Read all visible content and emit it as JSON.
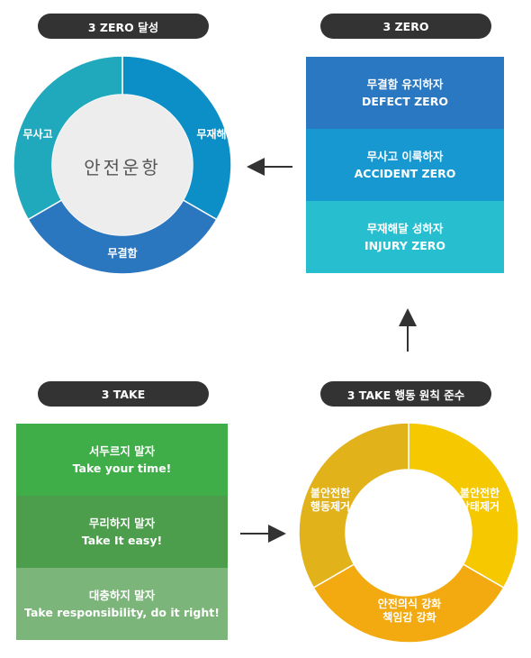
{
  "zero_donut": {
    "title": "3 ZERO 달성",
    "center": "안전운항",
    "segments": [
      {
        "label": "무재해",
        "color": "#0b8fc6"
      },
      {
        "label": "무결함",
        "color": "#2b77bf"
      },
      {
        "label": "무사고",
        "color": "#20a8bc"
      }
    ]
  },
  "zero_list": {
    "title": "3 ZERO",
    "items": [
      {
        "ko": "무결함 유지하자",
        "en": "DEFECT ZERO",
        "color": "#2a78c2"
      },
      {
        "ko": "무사고 이룩하자",
        "en": "ACCIDENT ZERO",
        "color": "#1798d0"
      },
      {
        "ko": "무재해달 성하자",
        "en": "INJURY ZERO",
        "color": "#27bfd0"
      }
    ]
  },
  "take_list": {
    "title": "3 TAKE",
    "items": [
      {
        "ko": "서두르지 말자",
        "en": "Take your time!",
        "color": "#3fae49"
      },
      {
        "ko": "무리하지 말자",
        "en": "Take It easy!",
        "color": "#4c9e4d"
      },
      {
        "ko": "대충하지 말자",
        "en": "Take responsibility, do it right!",
        "color": "#7cb57a"
      }
    ]
  },
  "take_donut": {
    "title": "3 TAKE 행동 원칙 준수",
    "segments": [
      {
        "label": "불안전한\n상태제거",
        "color": "#f5c800"
      },
      {
        "label": "안전의식 강화\n책임감 강화",
        "color": "#f3aa10"
      },
      {
        "label": "불안전한\n행동제거",
        "color": "#e2b21a"
      }
    ]
  },
  "colors": {
    "pill_bg": "#333333",
    "arrow": "#333333",
    "center_fill": "#ededed"
  }
}
